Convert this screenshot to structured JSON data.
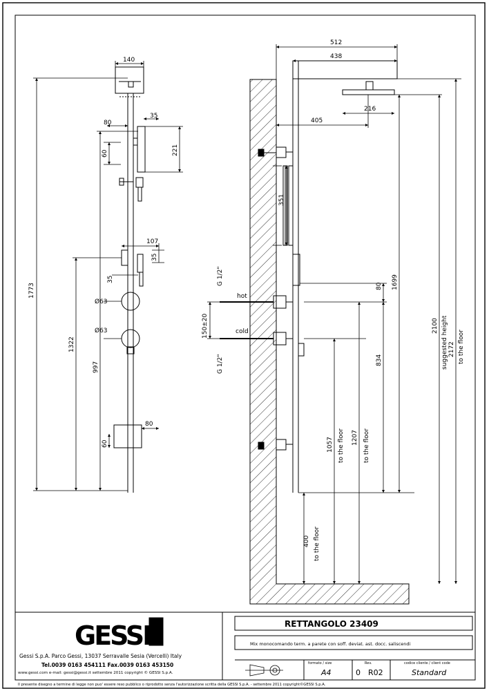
{
  "company": {
    "logo_text": "GESSI",
    "address": "Gessi S.p.A. Parco Gessi, 13037 Serravalle Sesia (Vercelli) Italy",
    "phones": "Tel.0039 0163 454111 Fax.0039 0163 453150",
    "contacts": "www.gessi.com  e-mail: gessi@gessi.it  settembre 2011 copyright © GESSI S.p.A."
  },
  "product": {
    "title": "RETTANGOLO 23409",
    "description": "Mix monocomando term. a parete con soff. deviat. ast. docc. saliscendi"
  },
  "fields": {
    "format_label": "formato / size",
    "format_value": "A4",
    "rev_label": "Rev.",
    "rev_value_a": "0",
    "rev_value_b": "R02",
    "code_label": "codice cliente / client code",
    "code_value": "Standard"
  },
  "footer_note": "Il presente disegno a termine di legge non puo' essere reso pubblico o riprodotto senza l'autorizzazione scritta della GESSI S.p.A. - settembre 2011 copyright©GESSI S.p.A.",
  "left_view": {
    "dims": {
      "top_width": "140",
      "d80": "80",
      "d35": "35",
      "d60": "60",
      "d221": "221",
      "d107": "107",
      "d35b": "35",
      "d35c": "35",
      "dia63a": "Ø63",
      "dia63b": "Ø63",
      "d80b": "80",
      "d60b": "60",
      "h1773": "1773",
      "h1322": "1322",
      "h997": "997"
    }
  },
  "right_view": {
    "dims": {
      "d512": "512",
      "d438": "438",
      "d216": "216",
      "d405": "405",
      "d351": "351",
      "g12a": "G 1/2\"",
      "g12b": "G 1/2\"",
      "hot": "hot",
      "cold": "cold",
      "d150": "150±20",
      "d80": "80",
      "h1699": "1699",
      "h834": "834",
      "h1057": "1057",
      "h1057_note": "to the floor",
      "h1207": "1207",
      "h1207_note": "to the floor",
      "h400": "400",
      "h400_note": "to the floor",
      "h2100": "2100",
      "h2100_note": "suggested height",
      "h2172": "2172",
      "h2172_note": "to the floor"
    }
  }
}
